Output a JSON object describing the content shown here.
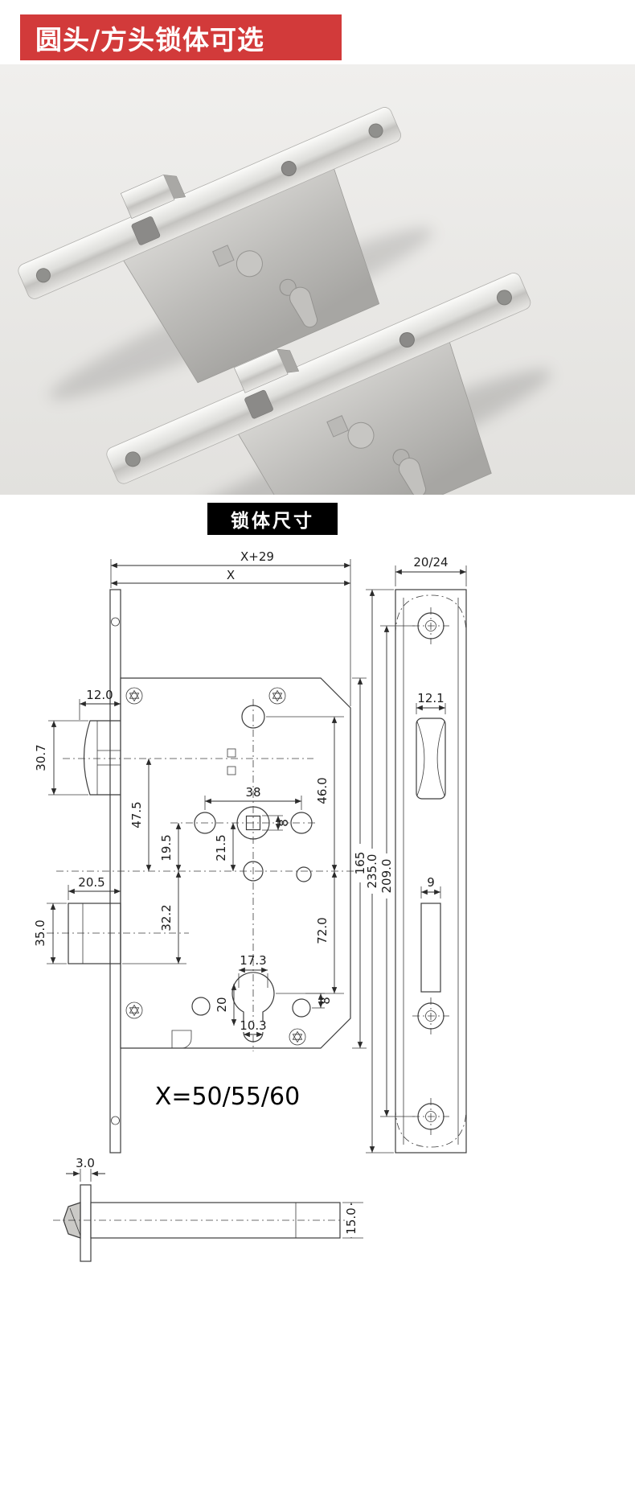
{
  "banner": {
    "label": "圆头/方头锁体可选",
    "bg": "#d23a3a",
    "text_color": "#ffffff"
  },
  "section_label": {
    "text": "锁体尺寸",
    "bg": "#000000",
    "text_color": "#ffffff"
  },
  "colors": {
    "photo_bg": "#e9e8e6",
    "line": "#3c3c3c"
  },
  "diagram": {
    "formula": "X=50/55/60",
    "dims": {
      "case_depth": "X+29",
      "backset": "X",
      "faceplate_width": "20/24",
      "latch_projection": "12.0",
      "latch_height": "30.7",
      "latch_to_center": "47.5",
      "hub_offset": "19.5",
      "handle_span": "38",
      "hub_drop": "21.5",
      "follower_square": "8",
      "top_hole_to_center": "46.0",
      "case_height": "165",
      "center_to_cylinder": "72.0",
      "deadbolt_projection": "20.5",
      "deadbolt_height": "35.0",
      "center_to_deadbolt": "32.2",
      "cylinder_width": "17.3",
      "cylinder_drop": "20",
      "cylinder_stem": "10.3",
      "cylinder_offset": "8",
      "faceplate_length": "235.0",
      "screw_spacing": "209.0",
      "latch_cutout_width": "12.1",
      "deadbolt_cutout_width": "9",
      "plate_thickness": "3.0",
      "bolt_height": "15.0"
    }
  }
}
